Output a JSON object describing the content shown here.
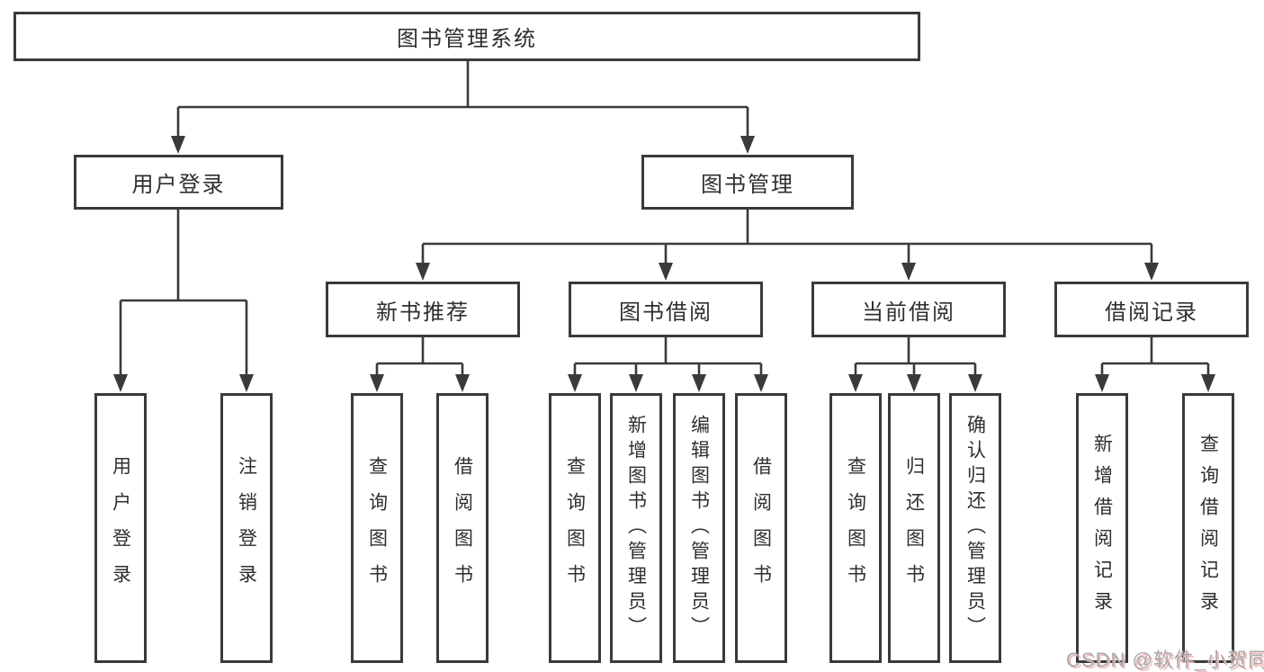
{
  "tree": {
    "label": "图书管理系统",
    "children": [
      {
        "label": "用户登录",
        "children": [
          {
            "label": "用户登录"
          },
          {
            "label": "注销登录"
          }
        ]
      },
      {
        "label": "图书管理",
        "children": [
          {
            "label": "新书推荐",
            "children": [
              {
                "label": "查询图书"
              },
              {
                "label": "借阅图书"
              }
            ]
          },
          {
            "label": "图书借阅",
            "children": [
              {
                "label": "查询图书"
              },
              {
                "label": "新增图书（管理员）"
              },
              {
                "label": "编辑图书（管理员）"
              },
              {
                "label": "借阅图书"
              }
            ]
          },
          {
            "label": "当前借阅",
            "children": [
              {
                "label": "查询图书"
              },
              {
                "label": "归还图书"
              },
              {
                "label": "确认归还（管理员）"
              }
            ]
          },
          {
            "label": "借阅记录",
            "children": [
              {
                "label": "新增借阅记录"
              },
              {
                "label": "查询借阅记录"
              }
            ]
          }
        ]
      }
    ]
  },
  "watermark": {
    "text": "CSDN @软件_小贺同学"
  },
  "colors": {
    "line": "#3a3a3a",
    "text": "#2f2f2f",
    "watermark_gray": "#a9a9a9",
    "watermark_pink": "#f0b9b9"
  }
}
